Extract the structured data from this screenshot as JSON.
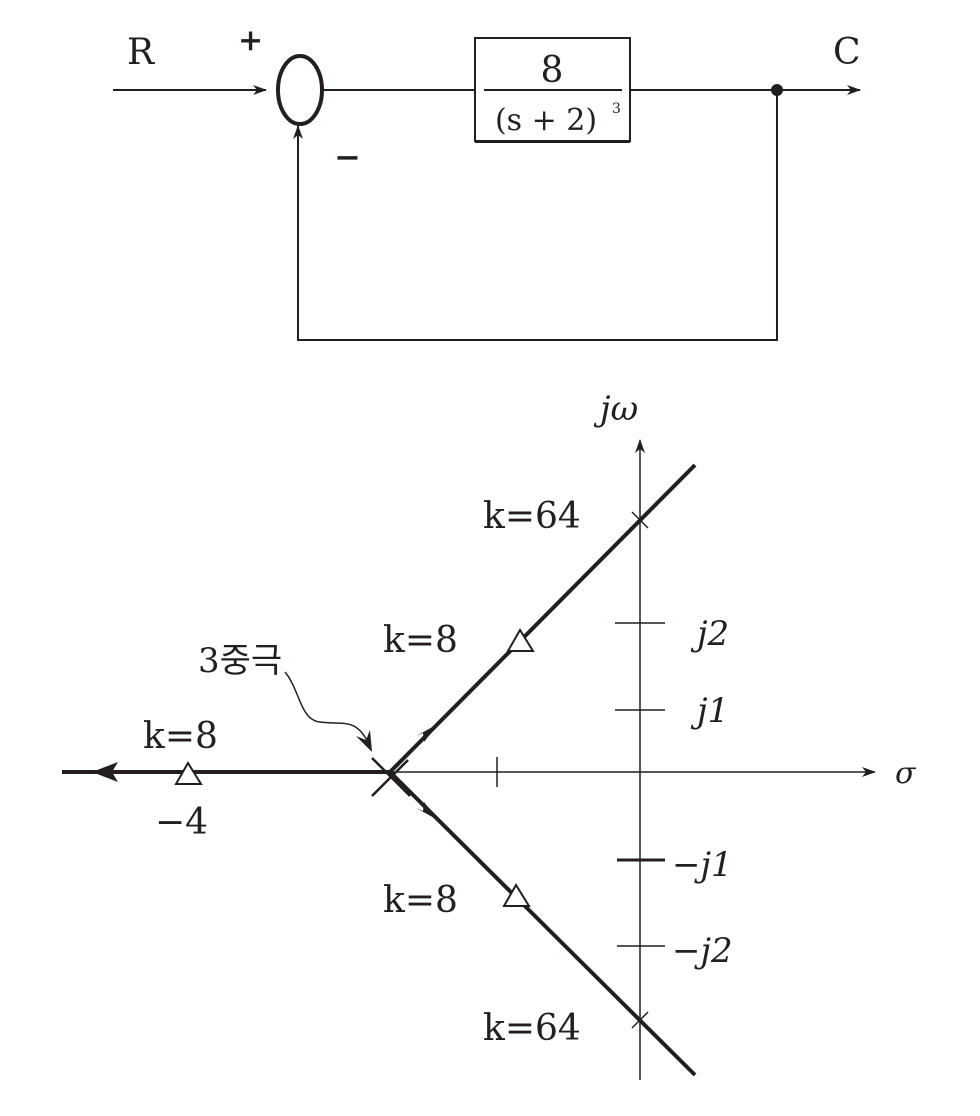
{
  "block_diagram": {
    "input_label": "R",
    "output_label": "C",
    "plus_sign": "+",
    "minus_sign": "−",
    "transfer_function": {
      "numerator": "8",
      "denominator": "(s + 2)",
      "exponent": "3"
    }
  },
  "root_locus": {
    "vertical_axis_label": "jω",
    "horizontal_axis_label": "σ",
    "triple_pole_label": "3중극",
    "gain_labels": {
      "upper_crossing": "k=64",
      "lower_crossing": "k=64",
      "upper_branch": "k=8",
      "lower_branch": "k=8",
      "real_axis": "k=8"
    },
    "real_axis_value": "−4",
    "imag_ticks": {
      "j2": "j2",
      "j1": "j1",
      "neg_j1": "−j1",
      "neg_j2": "−j2"
    }
  }
}
